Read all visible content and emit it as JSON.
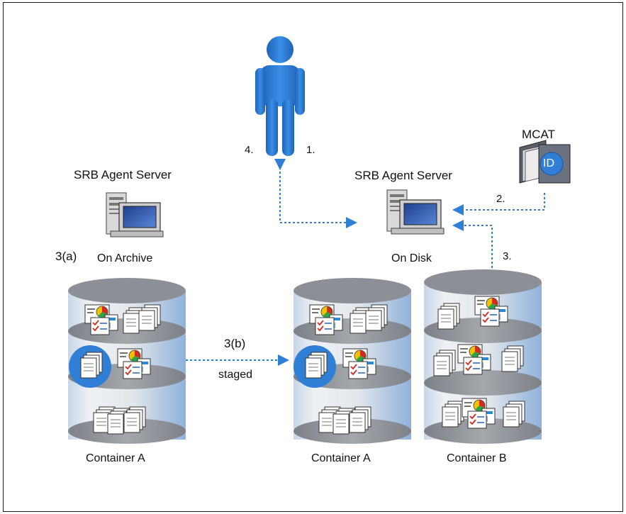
{
  "diagram": {
    "left_server": {
      "title": "SRB Agent Server",
      "caption": "On Archive",
      "step": "3(a)"
    },
    "right_server": {
      "title": "SRB Agent Server",
      "caption": "On Disk"
    },
    "mcat": {
      "label": "MCAT",
      "badge": "ID"
    },
    "user": {
      "step_in": "1.",
      "step_out": "4."
    },
    "steps": {
      "mcat_lookup": "2.",
      "container_b_read": "3.",
      "stage_step": "3(b)",
      "stage_label": "staged"
    },
    "containers": {
      "archive": "Container A",
      "disk_a": "Container A",
      "disk_b": "Container B"
    },
    "colors": {
      "arrow": "#2f7fd6",
      "person": "#2b79d4",
      "cylinder_light": "#e6e8ea",
      "cylinder_blue": "#a9c3e0",
      "shelf": "#8b8f95"
    }
  }
}
